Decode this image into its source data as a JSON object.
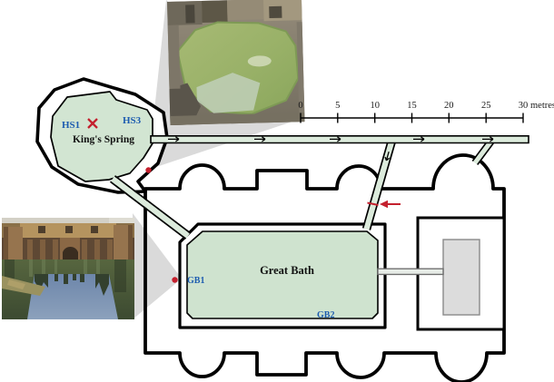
{
  "figure": {
    "type": "site-plan-with-photo-callouts",
    "pools": {
      "kings_spring_label": "King's Spring",
      "great_bath_label": "Great Bath"
    },
    "sample_points": {
      "hs1": "HS1",
      "hs3": "HS3",
      "gb1": "GB1",
      "gb2": "GB2"
    },
    "scale_bar": {
      "ticks": [
        "0",
        "5",
        "10",
        "15",
        "20",
        "25",
        "30"
      ],
      "unit": "metres"
    },
    "markers": {
      "x_marker": "red-x at HS1",
      "dots": [
        "red-dot near King's Spring outflow",
        "red-dot at GB1"
      ],
      "red_arrow": "points left at drain channel sampling dash"
    },
    "colors": {
      "pool_green": "#d2e5d2",
      "channel_green": "#dcebdc",
      "wedge_gray": "#dadada",
      "label_blue": "#1d5cb0",
      "marker_red": "#c4202e",
      "outline_black": "#000000"
    }
  }
}
